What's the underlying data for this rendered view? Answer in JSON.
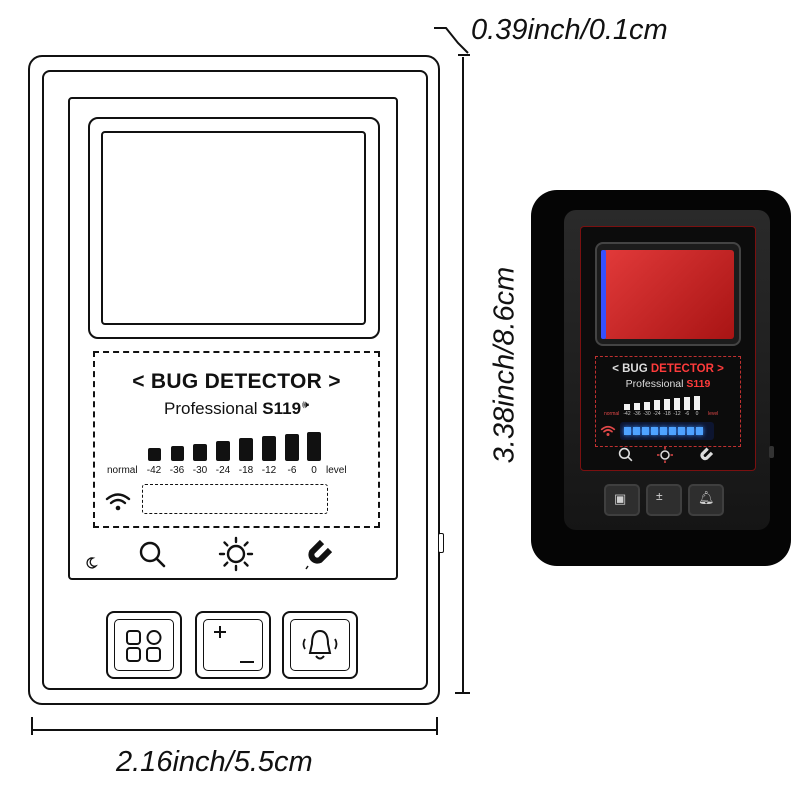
{
  "product": {
    "title_left": "< BUG ",
    "title_right": "DETECTOR >",
    "subtitle_word": "Professional",
    "model": "S119",
    "meter_labels": [
      "normal",
      "-42",
      "-36",
      "-30",
      "-24",
      "-18",
      "-12",
      "-6",
      "0",
      "level"
    ],
    "icons": {
      "wifi": "wifi-icon",
      "moon": "moon-icon",
      "search": "search-icon",
      "brightness": "brightness-icon",
      "magnet": "magnet-icon",
      "menu_grid": "grid-icon",
      "plus_minus": "plus-minus-icon",
      "bell": "bell-icon"
    }
  },
  "dimensions": {
    "thickness": "0.39inch/0.1cm",
    "height": "3.38inch/8.6cm",
    "width": "2.16inch/5.5cm"
  },
  "colors": {
    "photo_accent_red": "#ff3b3b",
    "photo_led_blue": "#4fa3ff",
    "photo_screen_red": "#d22a2a"
  }
}
